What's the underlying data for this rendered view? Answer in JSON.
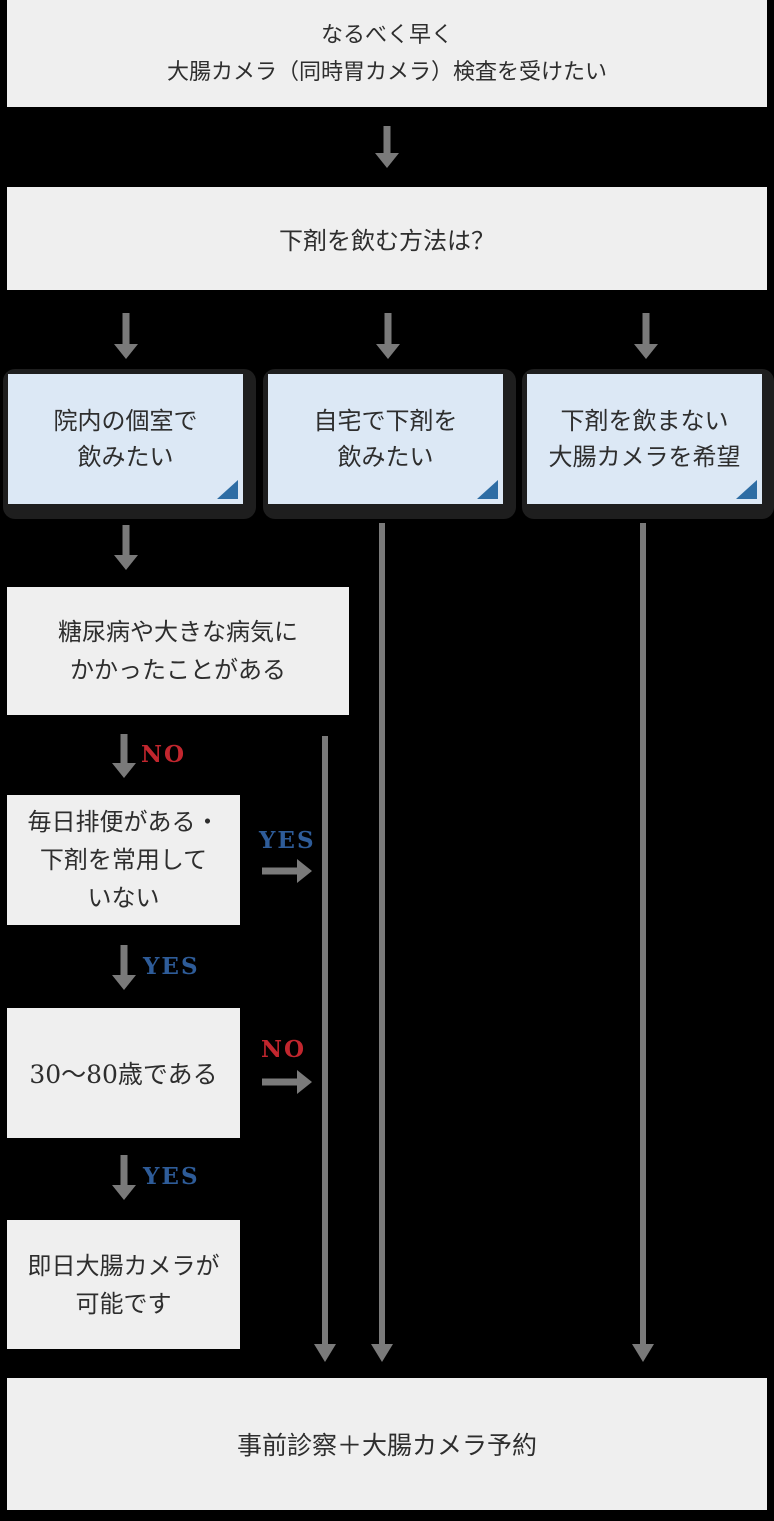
{
  "palette": {
    "background": "#000000",
    "node_bg": "#efefef",
    "option_bg": "#dce8f5",
    "option_shell": "#1e1e1e",
    "arrow": "#7a7a7a",
    "yes_label": "#2e5c99",
    "no_label": "#c2262e",
    "corner_triangle": "#2e6da4",
    "text": "#2e2e2e"
  },
  "flow": {
    "start": {
      "lines": [
        "なるべく早く",
        "大腸カメラ（同時胃カメラ）検査を受けたい"
      ]
    },
    "question": {
      "label": "下剤を飲む方法は？"
    },
    "option_in_clinic": {
      "lines": [
        "院内の個室で",
        "飲みたい"
      ]
    },
    "option_at_home": {
      "lines": [
        "自宅で下剤を",
        "飲みたい"
      ]
    },
    "option_no_laxative": {
      "lines": [
        "下剤を飲まない",
        "大腸カメラを希望"
      ]
    },
    "disease_history": {
      "lines": [
        "糖尿病や大きな病気に",
        "かかったことがある"
      ]
    },
    "daily_bowel": {
      "lines": [
        "毎日排便がある・",
        "下剤を常用して",
        "いない"
      ]
    },
    "age_range": {
      "label": "30〜80歳である"
    },
    "same_day": {
      "lines": [
        "即日大腸カメラが",
        "可能です"
      ]
    },
    "final": {
      "label": "事前診察＋大腸カメラ予約"
    }
  },
  "edge_labels": {
    "no_disease": "NO",
    "yes_bowel_side": "YES",
    "yes_bowel_down": "YES",
    "no_age_side": "NO",
    "yes_age_down": "YES"
  }
}
